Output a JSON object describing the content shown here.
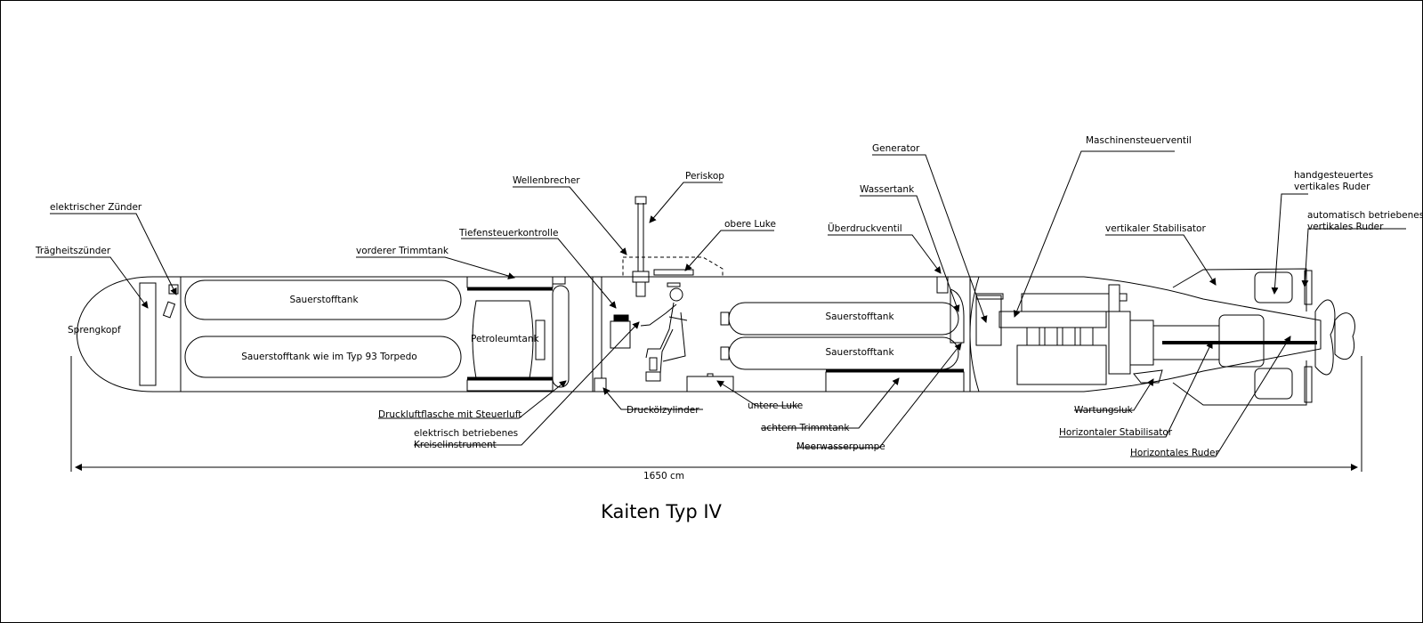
{
  "title": "Kaiten Typ IV",
  "dimension": "1650 cm",
  "labels": {
    "sprengkopf": "Sprengkopf",
    "traegheitszuender": "Trägheitszünder",
    "elektrischer_zuender": "elektrischer Zünder",
    "sauerstofftank_1": "Sauerstofftank",
    "sauerstofftank_93": "Sauerstofftank wie im Typ 93 Torpedo",
    "vorderer_trimmtank": "vorderer Trimmtank",
    "petroleumtank": "Petroleumtank",
    "tiefensteuerkontrolle": "Tiefensteuerkontrolle",
    "wellenbrecher": "Wellenbrecher",
    "periskop": "Periskop",
    "obere_luke": "obere Luke",
    "druckluftflasche": "Druckluftflasche  mit Steuerluft",
    "kreiselinstrument_1": "elektrisch betriebenes",
    "kreiselinstrument_2": "Kreiselinstrument",
    "druckoelzylinder": "Druckölzylinder",
    "untere_luke": "untere Luke",
    "sauerstofftank_2": "Sauerstofftank",
    "sauerstofftank_3": "Sauerstofftank",
    "achtern_trimmtank": "achtern Trimmtank",
    "meerwasserpumpe": "Meerwasserpumpe",
    "ueberdruckventil": "Überdruckventil",
    "wassertank": "Wassertank",
    "generator": "Generator",
    "maschinensteuerventil": "Maschinensteuerventil",
    "vertikaler_stabilisator": "vertikaler  Stabilisator",
    "handgesteuertes_1": "handgesteuertes",
    "handgesteuertes_2": "vertikales Ruder",
    "automatisch_1": "automatisch betriebenes",
    "automatisch_2": "vertikales Ruder",
    "wartungsluk": "Wartungsluk",
    "horizontaler_stabilisator": "Horizontaler Stabilisator",
    "horizontales_ruder": "Horizontales Ruder"
  }
}
